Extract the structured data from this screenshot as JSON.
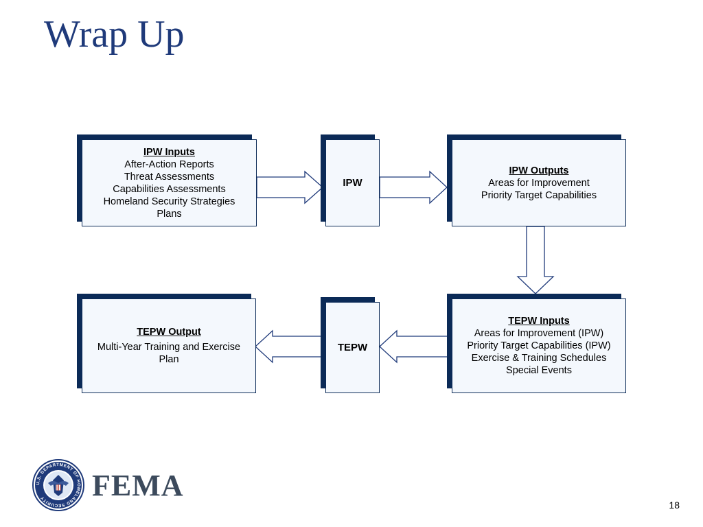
{
  "slide": {
    "title": "Wrap Up",
    "page_number": "18"
  },
  "nodes": {
    "ipw_inputs": {
      "heading": "IPW Inputs",
      "lines": [
        "After-Action Reports",
        "Threat Assessments",
        "Capabilities Assessments",
        "Homeland Security Strategies",
        "Plans"
      ]
    },
    "ipw": {
      "label": "IPW"
    },
    "ipw_outputs": {
      "heading": "IPW Outputs",
      "lines": [
        "Areas for Improvement",
        "Priority Target Capabilities"
      ]
    },
    "tepw_inputs": {
      "heading": "TEPW Inputs",
      "lines": [
        "Areas for Improvement (IPW)",
        "Priority Target Capabilities (IPW)",
        "Exercise & Training Schedules",
        "Special Events"
      ]
    },
    "tepw": {
      "label": "TEPW"
    },
    "tepw_output": {
      "heading": "TEPW Output",
      "lines": [
        "Multi-Year Training and Exercise",
        "Plan"
      ]
    }
  },
  "edges": [
    {
      "from": "ipw_inputs",
      "to": "ipw"
    },
    {
      "from": "ipw",
      "to": "ipw_outputs"
    },
    {
      "from": "ipw_outputs",
      "to": "tepw_inputs"
    },
    {
      "from": "tepw_inputs",
      "to": "tepw"
    },
    {
      "from": "tepw",
      "to": "tepw_output"
    }
  ],
  "logo": {
    "wordmark": "FEMA",
    "seal_text": "U.S. DEPARTMENT OF HOMELAND SECURITY"
  },
  "colors": {
    "title": "#1f3a7a",
    "box_shadow": "#0b2a57",
    "box_fill": "#f4f8fd",
    "arrow_stroke": "#1f3a7a"
  }
}
